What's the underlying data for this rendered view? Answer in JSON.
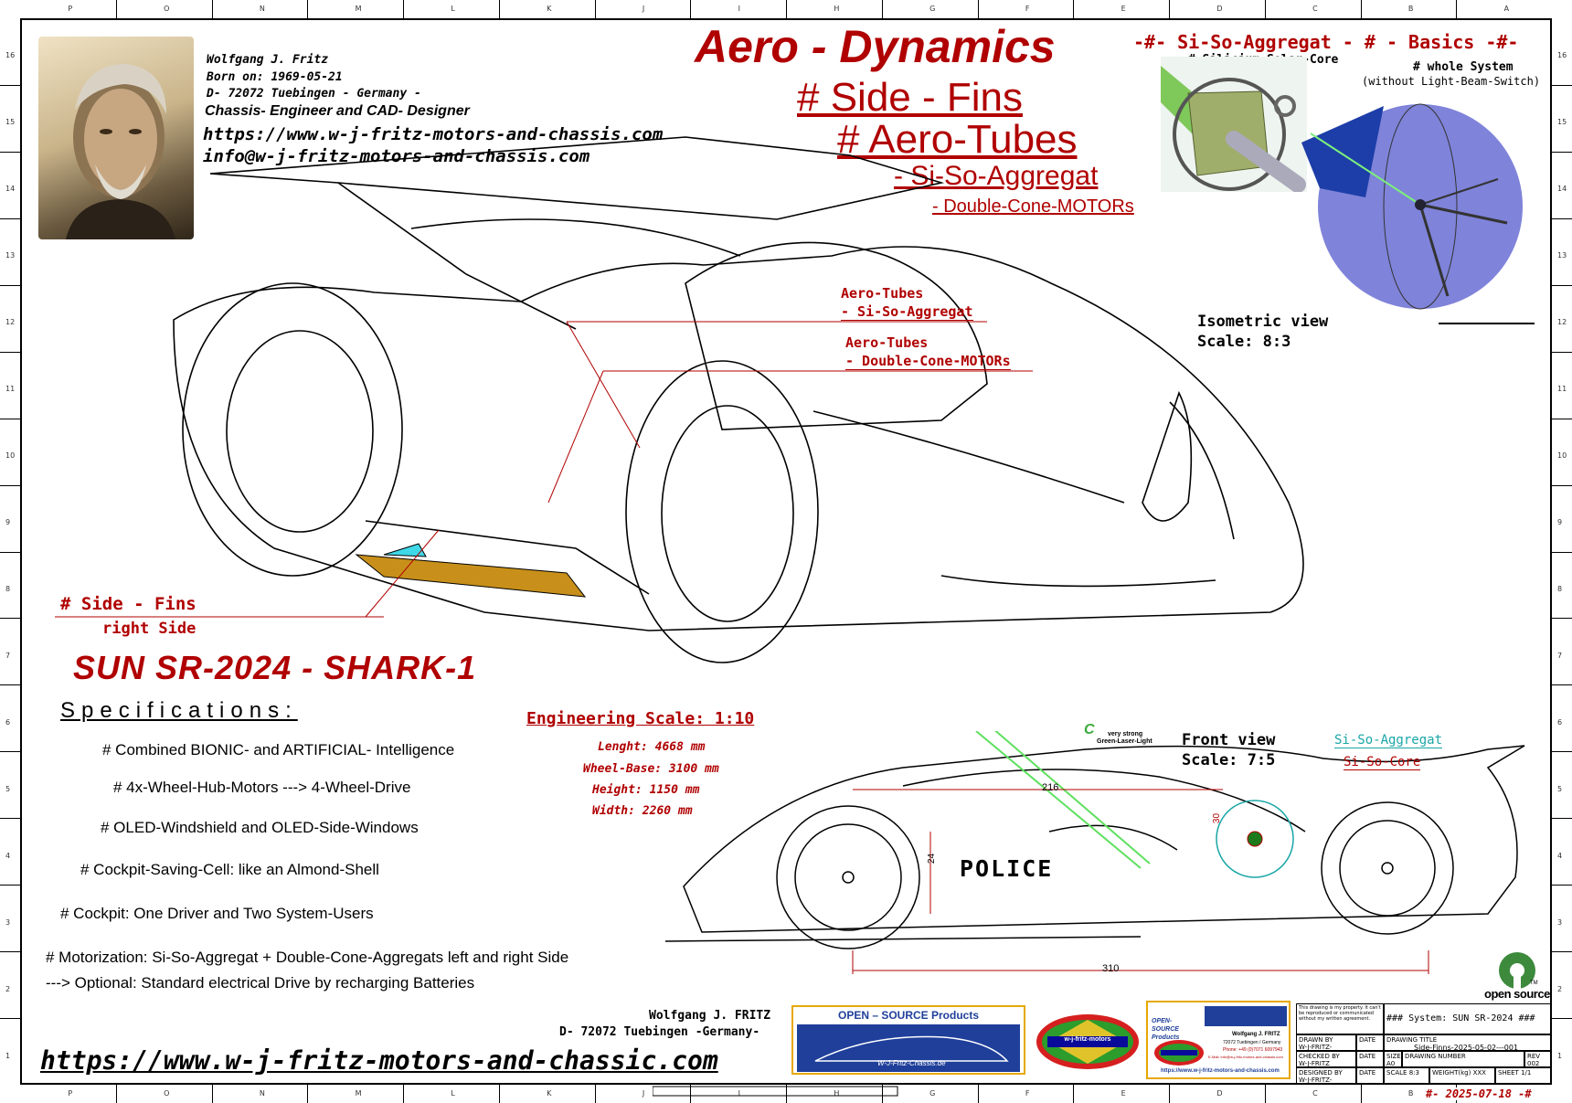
{
  "colors": {
    "accent_red": "#b00000",
    "teal": "#1aa6a6",
    "fin_gold": "#c8901a",
    "fin_cyan": "#3ed8e8",
    "globe_blue": "#7f83d9",
    "oss_blue": "#1f3f9a",
    "oss_gold": "#e6a800",
    "os_green": "#3d8a3d"
  },
  "ruler": {
    "top_letters": [
      "P",
      "O",
      "N",
      "M",
      "L",
      "K",
      "J",
      "I",
      "H",
      "G",
      "F",
      "E",
      "D",
      "C",
      "B",
      "A"
    ],
    "side_numbers": [
      "16",
      "15",
      "14",
      "13",
      "12",
      "11",
      "10",
      "9",
      "8",
      "7",
      "6",
      "5",
      "4",
      "3",
      "2",
      "1"
    ]
  },
  "author": {
    "name": "Wolfgang J. Fritz",
    "born": "Born on: 1969-05-21",
    "city": "D- 72072 Tuebingen - Germany -",
    "role": "Chassis- Engineer and CAD- Designer",
    "url": "https://www.w-j-fritz-motors-and-chassis.com",
    "email": "info@w-j-fritz-motors-and-chassis.com"
  },
  "headings": {
    "aero": "Aero - Dynamics",
    "side_fins": "# Side - Fins",
    "aero_tubes": "# Aero-Tubes",
    "si_so": "- Si-So-Aggregat",
    "dcm": "- Double-Cone-MOTORs"
  },
  "basics": {
    "title": "-#- Si-So-Aggregat - # - Basics -#-",
    "core_label": "# Silicium-Solar-Core",
    "whole_label": "# whole System",
    "whole_sub": "(without Light-Beam-Switch)"
  },
  "iso": {
    "callout1_a": "Aero-Tubes",
    "callout1_b": "- Si-So-Aggregat",
    "callout2_a": "Aero-Tubes",
    "callout2_b": "- Double-Cone-MOTORs",
    "view": "Isometric view",
    "scale": "Scale:  8:3",
    "fins_label": "# Side - Fins",
    "fins_sub": "right Side"
  },
  "car_title": "SUN SR-2024 - SHARK-1",
  "specs": {
    "title": "Specifications:",
    "items": [
      "# Combined BIONIC- and ARTIFICIAL- Intelligence",
      "# 4x-Wheel-Hub-Motors ---> 4-Wheel-Drive",
      "# OLED-Windshield and OLED-Side-Windows",
      "# Cockpit-Saving-Cell: like an Almond-Shell",
      "# Cockpit: One Driver and Two System-Users",
      "# Motorization:  Si-So-Aggregat + Double-Cone-Aggregats left and right Side",
      "---> Optional: Standard electrical Drive by recharging Batteries"
    ]
  },
  "engineering": {
    "title": "Engineering Scale: 1:10",
    "length": "Lenght: 4668 mm",
    "wheelbase": "Wheel-Base: 3100 mm",
    "height": "Height: 1150 mm",
    "width": "Width: 2260 mm"
  },
  "front": {
    "view": "Front view",
    "scale": "Scale:  7:5",
    "si_so": "Si-So-Aggregat",
    "si_core": "Si-So-Core",
    "laser_c": "C",
    "laser_1": "very strong",
    "laser_2": "Green-Laser-Light",
    "dim_216": "216",
    "dim_310": "310",
    "dim_30": "30",
    "dim_24": "24",
    "police": "POLICE"
  },
  "footer": {
    "name": "Wolfgang J. FRITZ",
    "city": "D- 72072 Tuebingen -Germany-",
    "url": "https://www.w-j-fritz-motors-and-chassic.com",
    "oss_title": "OPEN – SOURCE  Products",
    "oss_sub": "W-J-Fritz-Chassis.de",
    "logo_text": "w-j-fritz-motors",
    "card_title": "OPEN-SOURCE Products",
    "card_name": "Wolfgang J. FRITZ",
    "card_city": "72072 Tuebingen / Germany",
    "card_phone": "Phone: +49 (0)7071 6097943",
    "card_email": "E-Mail: info@w-j-fritz-motors-and-chassis.com",
    "card_url": "https://www.w-j-fritz-motors-and-chassis.com",
    "open_source": "open source",
    "tm": "TM",
    "date": "#- 2025-07-18 -#"
  },
  "title_block": {
    "system": "### System: SUN SR-2024 ###",
    "notice": "This drawing is my property. It can't be reproduced or communicated without my written agreement.",
    "drawn_by": "DRAWN BY",
    "drawn_val": "W-J-FRITZ-MOTORS",
    "checked_by": "CHECKED BY",
    "checked_val": "W-J-FRITZ",
    "designed_by": "DESIGNED BY",
    "designed_val": "W-J-FRITZ-MOTORS",
    "date_label": "DATE",
    "drawing_title": "DRAWING TITLE",
    "title_val": "Side-Finns-2025-05-02---001",
    "size": "SIZE",
    "size_val": "A0",
    "drawing_number": "DRAWING NUMBER",
    "rev": "REV",
    "rev_val": "002",
    "scale": "SCALE",
    "scale_val": "8:3",
    "weight": "WEIGHT(kg)",
    "weight_val": "XXX",
    "sheet": "SHEET",
    "sheet_val": "1/1"
  }
}
